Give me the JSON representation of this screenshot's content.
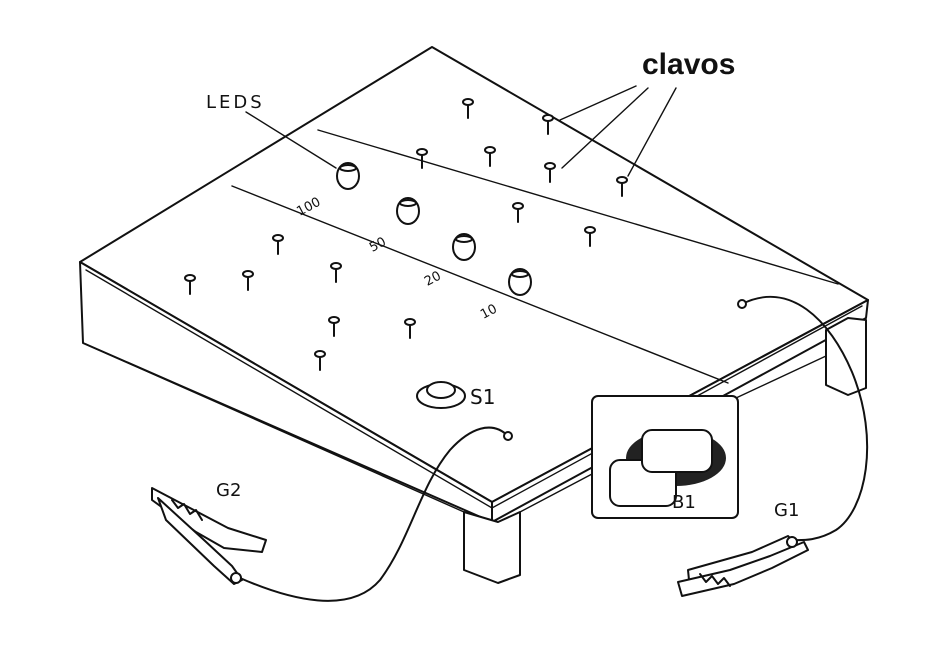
{
  "labels": {
    "clavos": "clavos",
    "leds": "LEDS",
    "switch": "S1",
    "battery": "B1",
    "clip_left": "G2",
    "clip_right": "G1"
  },
  "led_values": [
    "100",
    "50",
    "20",
    "10"
  ]
}
